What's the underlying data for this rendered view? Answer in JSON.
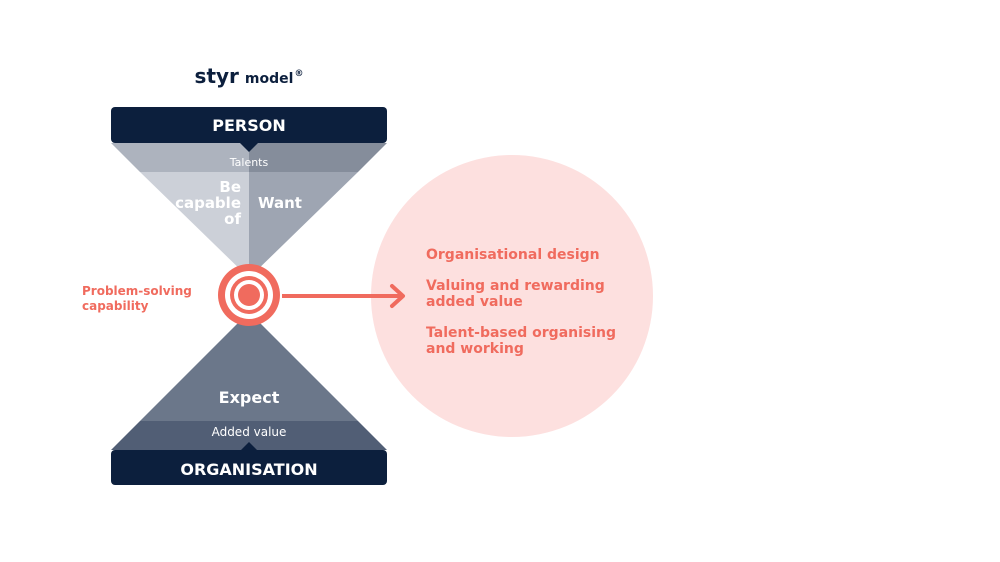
{
  "logo": {
    "brand": "styr",
    "suffix": "model",
    "mark": "®"
  },
  "person_label": "PERSON",
  "talents_label": "Talents",
  "be_capable_of": [
    "Be",
    "capable",
    "of"
  ],
  "want_label": "Want",
  "problem_solving": [
    "Problem-solving",
    "capability"
  ],
  "expect_label": "Expect",
  "added_value_label": "Added value",
  "organisation_label": "ORGANISATION",
  "outcomes": [
    [
      "Organisational design"
    ],
    [
      "Valuing and rewarding",
      "added value"
    ],
    [
      "Talent-based organising",
      "and working"
    ]
  ],
  "colors": {
    "navy": "#0c1f3d",
    "coral": "#f06b5e",
    "pink": "#fde0df"
  }
}
